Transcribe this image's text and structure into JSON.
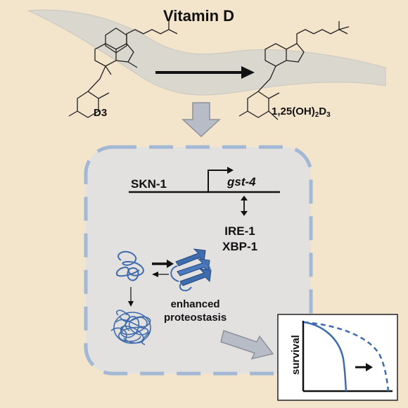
{
  "title": "Vitamin D",
  "precursor": "D3",
  "product": {
    "prefix": "1,25(OH)",
    "sub1": "2",
    "mid": "D",
    "sub2": "3"
  },
  "transcription_factor": "SKN-1",
  "target_gene": "gst-4",
  "upr": {
    "line1": "IRE-1",
    "line2": "XBP-1"
  },
  "outcome": {
    "line1": "enhanced",
    "line2": "proteostasis"
  },
  "survival_axis_label": "survival",
  "colors": {
    "background": "#f3e4cc",
    "panel": "#e3e1e0",
    "panel_border": "#a3b8d4",
    "protein": "#3f6cad",
    "arrow_fill": "#b7bcc6"
  }
}
